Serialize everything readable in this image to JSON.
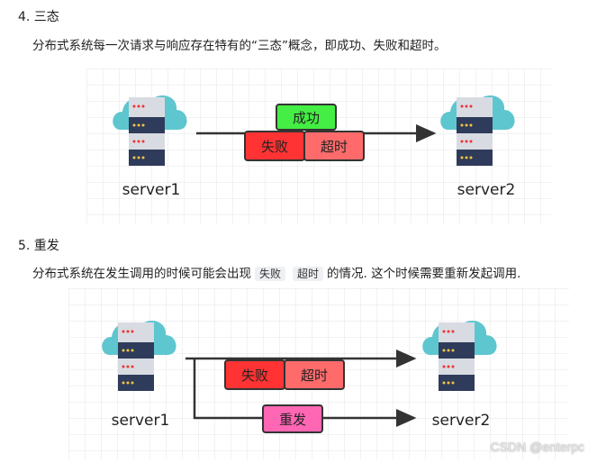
{
  "section1": {
    "heading": "4. 三态",
    "paragraph": "分布式系统每一次请求与响应存在特有的“三态”概念，即成功、失败和超时。"
  },
  "diagram1": {
    "left_server": "server1",
    "right_server": "server2",
    "labels": {
      "success": "成功",
      "fail": "失败",
      "timeout": "超时"
    }
  },
  "section2": {
    "heading": "5. 重发",
    "paragraph_before": "分布式系统在发生调用的时候可能会出现",
    "code1": "失败",
    "code2": "超时",
    "paragraph_after": "的情况. 这个时候需要重新发起调用."
  },
  "diagram2": {
    "left_server": "server1",
    "right_server": "server2",
    "labels": {
      "fail": "失败",
      "timeout": "超时",
      "retry": "重发"
    }
  },
  "watermark": "CSDN @enterpc",
  "colors": {
    "success": "#44ee44",
    "fail": "#ff3333",
    "timeout": "#ff6b6b",
    "retry": "#ff66b3",
    "cloud": "#5ec6cf",
    "server_dark": "#2f3b5a",
    "server_light": "#d8dbe2"
  }
}
